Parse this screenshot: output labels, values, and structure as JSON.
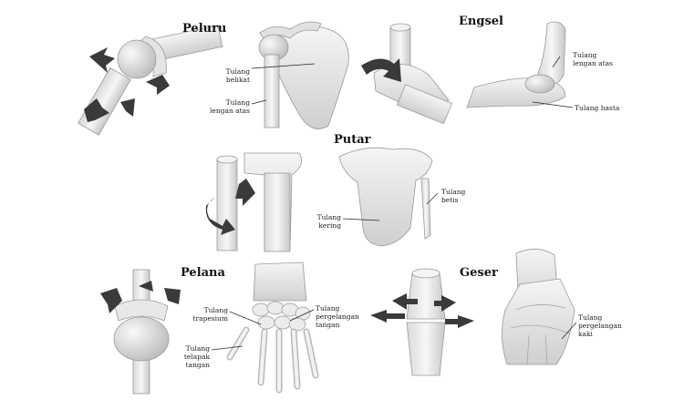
{
  "titles": {
    "ball": "Peluru",
    "hinge": "Engsel",
    "pivot": "Putar",
    "saddle": "Pelana",
    "gliding": "Geser"
  },
  "labels": {
    "scapula": "Tulang\nbelikat",
    "humerus_ball": "Tulang\nlengan atas",
    "humerus_hinge": "Tulang\nlengan atas",
    "ulna": "Tulang hasta",
    "fibula": "Tulang\nbetis",
    "tibia": "Tulang\nkering",
    "trapezium": "Tulang\ntrapesium",
    "carpals": "Tulang\npergelangan\ntangan",
    "metacarpal": "Tulang\ntelapak\ntangan",
    "tarsals": "Tulang\npergelangan\nkaki"
  },
  "colors": {
    "bone": "#efefef",
    "bone_shade": "#c9c9c9",
    "arrow": "#3a3a3a",
    "outline": "#8a8a8a"
  },
  "icons": [
    "rotation-arrow-icon",
    "curved-arrow-icon",
    "double-arrow-icon"
  ]
}
